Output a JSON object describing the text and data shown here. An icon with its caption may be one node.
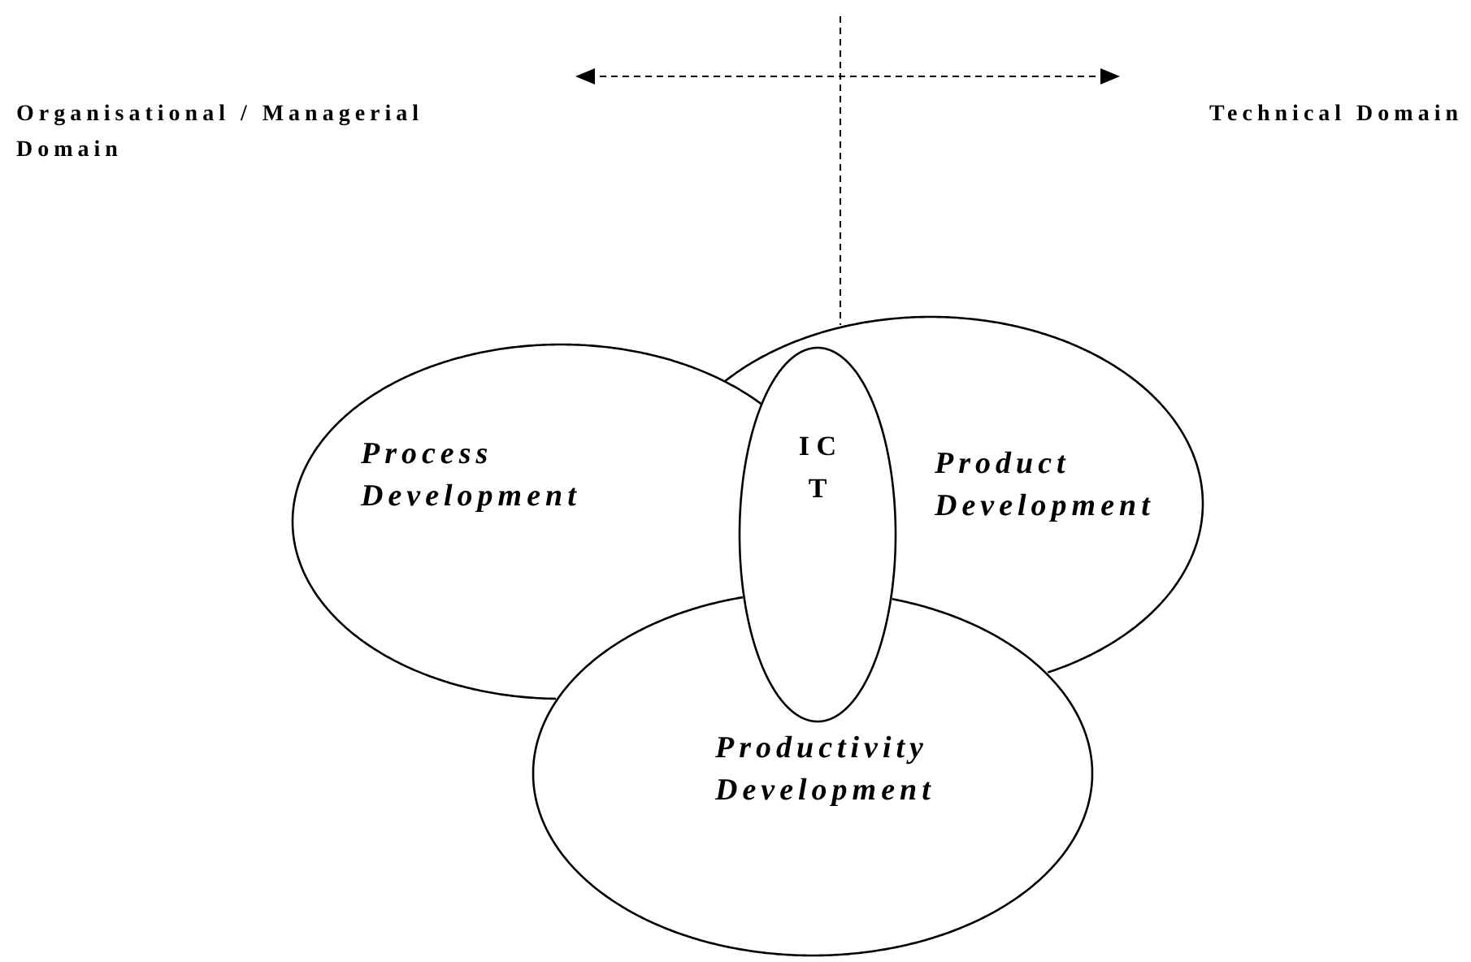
{
  "diagram": {
    "nodes": [
      {
        "text": [
          "Process Development"
        ]
      },
      {
        "text": [
          "Product Development"
        ]
      },
      {
        "text": [
          "Productivity Development"
        ]
      },
      {
        "text": [
          "I C T"
        ]
      }
    ],
    "labels": [
      "Organisational / Managerial Domain",
      "Technical Domain"
    ]
  }
}
